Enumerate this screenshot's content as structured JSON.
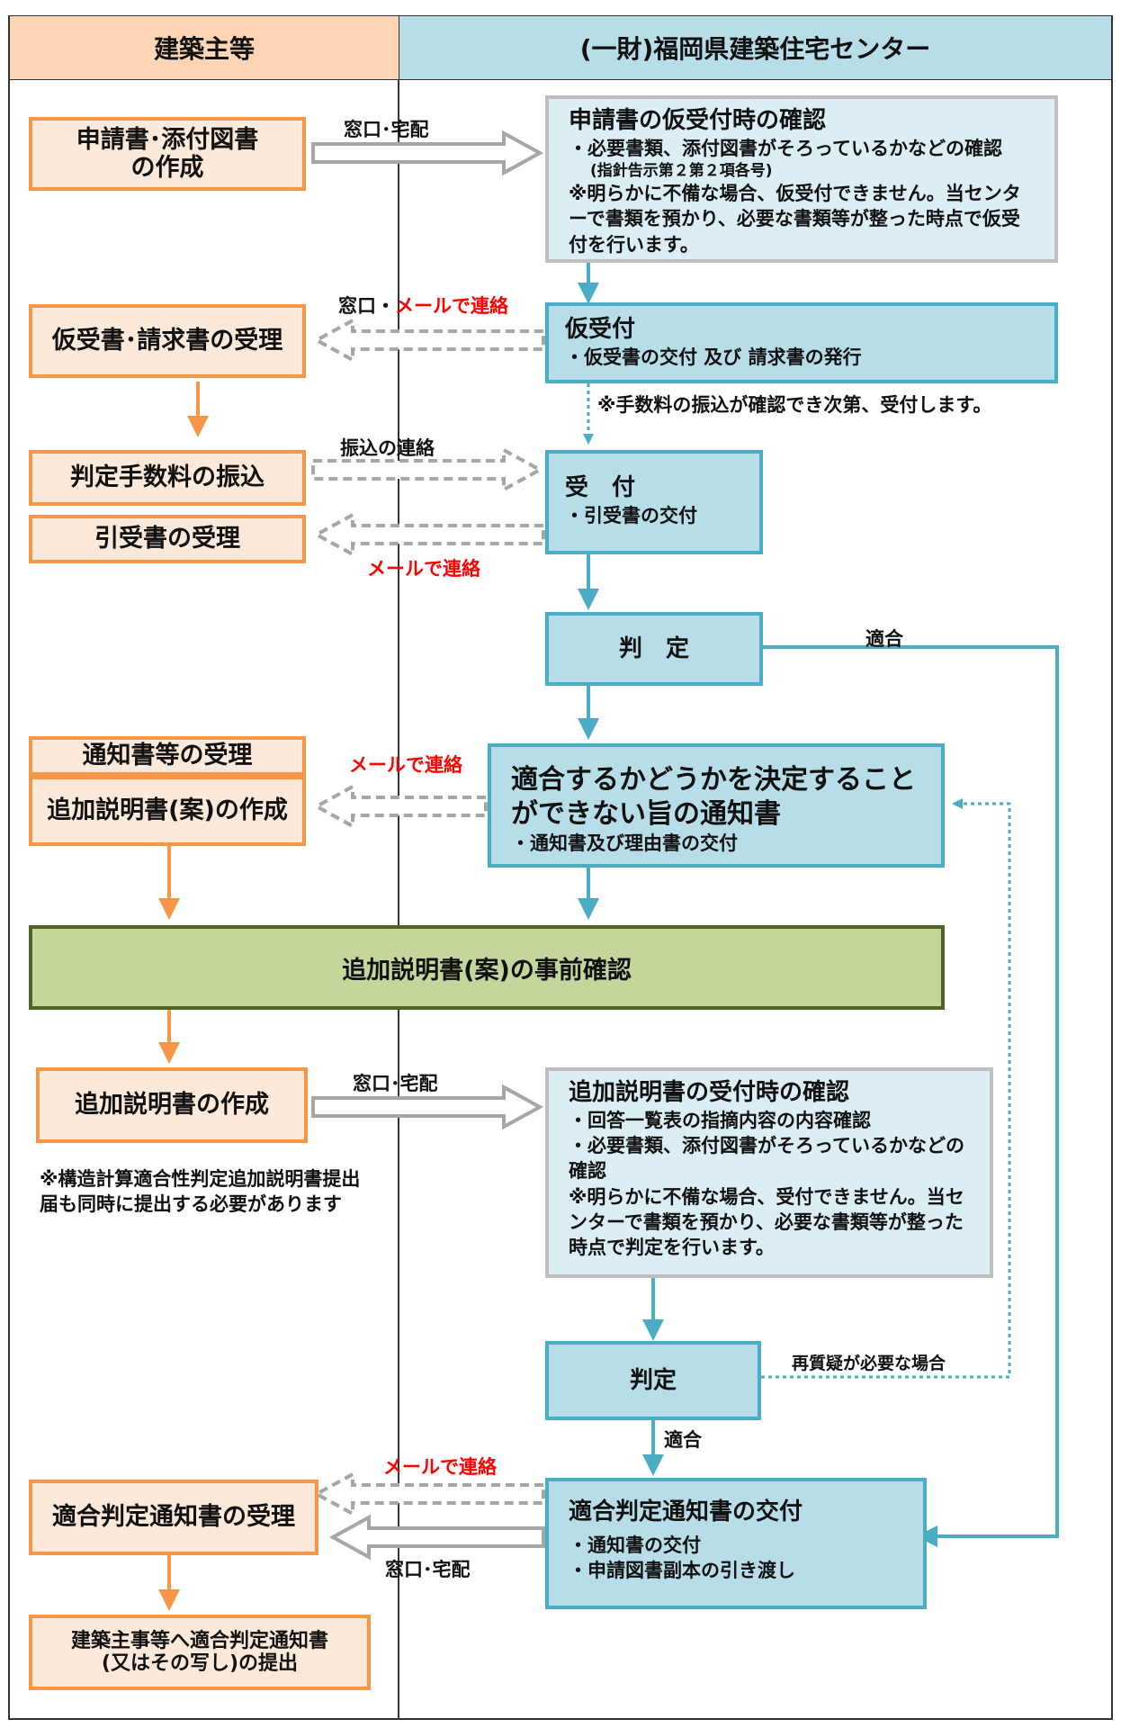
{
  "headers": {
    "left": "建築主等",
    "right": "(一財)福岡県建築住宅センター"
  },
  "left": {
    "application": "申請書･添付図書\nの作成",
    "receipt_provisional": "仮受書･請求書の受理",
    "fee_transfer": "判定手数料の振込",
    "receipt_acceptance": "引受書の受理",
    "notice_receipt": "通知書等の受理",
    "draft_creation": "追加説明書(案)の作成",
    "explanation_creation": "追加説明書の作成",
    "explanation_note": "※構造計算適合性判定追加説明書提出届も同時に提出する必要があります",
    "conformity_receipt": "適合判定通知書の受理",
    "submit_to_owner": "建築主事等へ適合判定通知書\n(又はその写し)の提出"
  },
  "right": {
    "provisional_check": {
      "title": "申請書の仮受付時の確認",
      "item1": "・必要書類、添付図書がそろっているかなどの確認",
      "item1_sub": "(指針告示第２第２項各号)",
      "note": "※明らかに不備な場合、仮受付できません。当センターで書類を預かり、必要な書類等が整った時点で仮受付を行います。"
    },
    "provisional": {
      "title": "仮受付",
      "item": "・仮受書の交付 及び 請求書の発行"
    },
    "provisional_note": "※手数料の振込が確認でき次第、受付します。",
    "acceptance": {
      "title": "受　付",
      "item": "・引受書の交付"
    },
    "judgment1": "判　定",
    "undecidable": {
      "title": "適合するかどうかを決定することができない旨の通知書",
      "item": "・通知書及び理由書の交付"
    },
    "pre_check": "追加説明書(案)の事前確認",
    "explanation_check": {
      "title": "追加説明書の受付時の確認",
      "item1": "・回答一覧表の指摘内容の内容確認",
      "item2": "・必要書類、添付図書がそろっているかなどの確認",
      "note": "※明らかに不備な場合、受付できません。当センターで書類を預かり、必要な書類等が整った時点で判定を行います。"
    },
    "judgment2": "判定",
    "issue": {
      "title": "適合判定通知書の交付",
      "item1": "・通知書の交付",
      "item2": "・申請図書副本の引き渡し"
    }
  },
  "labels": {
    "counter_delivery": "窓口･宅配",
    "counter_mail": "窓口・",
    "mail_contact": "メールで連絡",
    "transfer_contact": "振込の連絡",
    "conform": "適合",
    "requery": "再質疑が必要な場合"
  },
  "colors": {
    "orange": "#f79646",
    "orange_fill": "#fde9d9",
    "blue": "#4bacc6",
    "blue_fill": "#b7dee8",
    "light_blue_fill": "#dbeef4",
    "green_fill": "#c3d69b",
    "green_border": "#4f6228",
    "red": "#ff0000"
  }
}
